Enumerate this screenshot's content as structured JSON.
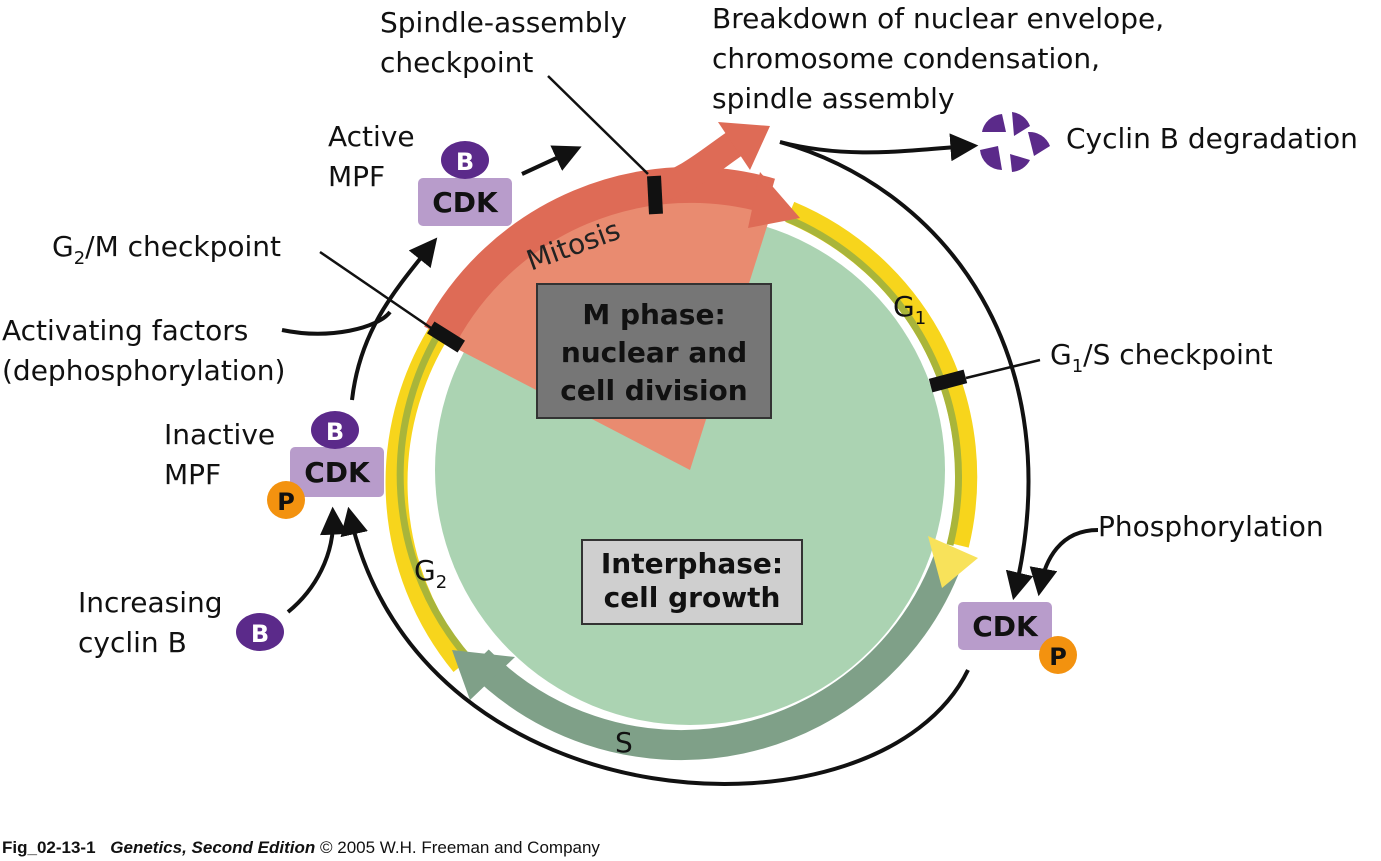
{
  "labels": {
    "spindle_checkpoint": [
      "Spindle-assembly",
      "checkpoint"
    ],
    "breakdown": [
      "Breakdown of nuclear envelope,",
      "chromosome condensation,",
      "spindle assembly"
    ],
    "cyclin_degradation": "Cyclin B degradation",
    "active_mpf": [
      "Active",
      "MPF"
    ],
    "g2m_checkpoint": "G2/M checkpoint",
    "activating_factors": [
      "Activating factors",
      "(dephosphorylation)"
    ],
    "inactive_mpf": [
      "Inactive",
      "MPF"
    ],
    "increasing_cyclin": [
      "Increasing",
      "cyclin B"
    ],
    "g1s_checkpoint": "G1/S checkpoint",
    "phosphorylation": "Phosphorylation"
  },
  "phases": {
    "mitosis": "Mitosis",
    "g1": "G1",
    "g2": "G2",
    "s": "S"
  },
  "center_boxes": {
    "m_phase": [
      "M phase:",
      "nuclear and",
      "cell division"
    ],
    "interphase": [
      "Interphase:",
      "cell growth"
    ]
  },
  "molecules": {
    "cdk": "CDK",
    "cyclin": "B",
    "phosphate": "P"
  },
  "caption": {
    "figure_ref": "Fig_02-13-1",
    "book_title": "Genetics, Second Edition",
    "rest": "© 2005 W.H. Freeman and Company"
  },
  "colors": {
    "interphase_fill": "#abd3b2",
    "m_wedge": "#e98b70",
    "mitosis_arc": "#de6b56",
    "yellow_band": "#f7d51c",
    "olive_band": "#a9b53a",
    "s_arrow": "#7fa088",
    "cdk_box": "#b89ccb",
    "cyclin": "#5b2a8a",
    "phosphate": "#f3920f",
    "center_box": "#767676",
    "interphase_box": "#cfcfcf"
  }
}
